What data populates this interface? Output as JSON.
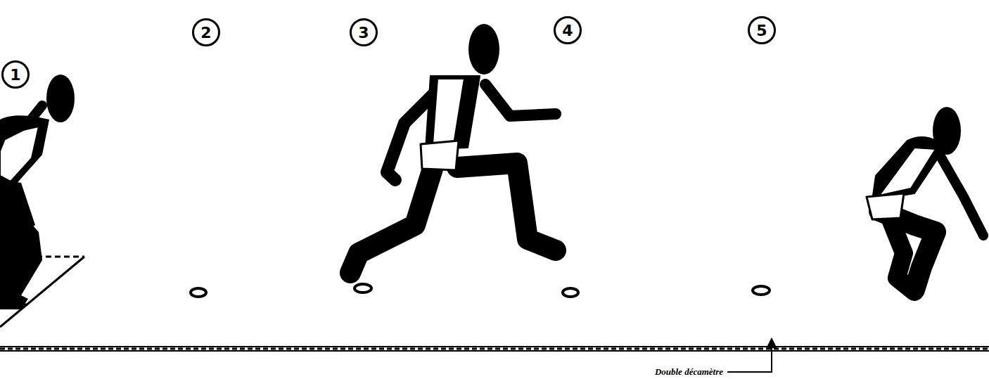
{
  "diagram": {
    "labels": [
      "1",
      "2",
      "3",
      "4",
      "5",
      "Double décamètre"
    ]
  }
}
